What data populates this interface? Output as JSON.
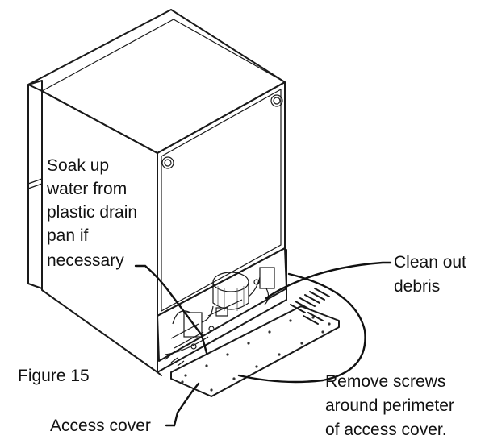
{
  "figure_label": "Figure 15",
  "callouts": {
    "drain_pan": [
      "Soak up",
      "water from",
      "plastic drain",
      "pan if",
      "necessary"
    ],
    "debris": [
      "Clean out",
      "debris"
    ],
    "screws": [
      "Remove screws",
      "around perimeter",
      "of access cover."
    ],
    "access_cover": [
      "Access cover"
    ]
  },
  "colors": {
    "line": "#1a1a1a",
    "cabinet_side": "#ffffff",
    "cabinet_front": "#ffffff",
    "cavity": "#e8e8e8"
  }
}
